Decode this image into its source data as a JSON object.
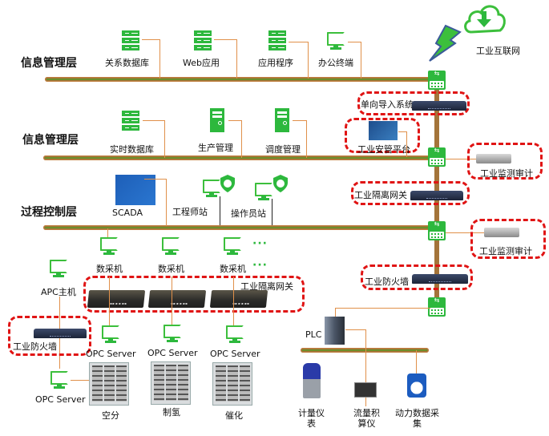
{
  "layers": [
    {
      "label": "信息管理层"
    },
    {
      "label": "信息管理层"
    },
    {
      "label": "过程控制层"
    }
  ],
  "info_layer_1": {
    "nodes": [
      {
        "label": "关系数据库",
        "icon": "server-rack-icon"
      },
      {
        "label": "Web应用",
        "icon": "server-rack-icon"
      },
      {
        "label": "应用程序",
        "icon": "server-rack-icon"
      },
      {
        "label": "办公终端",
        "icon": "monitor-icon"
      }
    ]
  },
  "internet": {
    "label": "工业互联网",
    "icon": "cloud-download-icon",
    "link_icon": "lightning-icon"
  },
  "info_layer_2": {
    "nodes": [
      {
        "label": "实时数据库",
        "icon": "server-rack-icon"
      },
      {
        "label": "生产管理",
        "icon": "server-tower-icon"
      },
      {
        "label": "调度管理",
        "icon": "server-tower-icon"
      }
    ]
  },
  "process_layer": {
    "nodes": [
      {
        "label": "SCADA",
        "icon": "scada-screen-icon"
      },
      {
        "label": "工程师站",
        "icon": "secure-workstation-icon"
      },
      {
        "label": "操作员站",
        "icon": "secure-workstation-icon"
      }
    ]
  },
  "security": {
    "one_way_import": "单向导入系统",
    "security_platform": "工业安管平台",
    "audit_1": "工业监测审计",
    "isolation_gateway_1": "工业隔离网关",
    "audit_2": "工业监测审计",
    "firewall_1": "工业防火墙",
    "isolation_gateway_2": "工业隔离网关",
    "firewall_2": "工业防火墙"
  },
  "field": {
    "collectors": [
      "数采机",
      "数采机",
      "数采机"
    ],
    "ellipsis": "···",
    "apc": "APC主机",
    "opc_servers": [
      "OPC Server",
      "OPC Server",
      "OPC Server"
    ],
    "opc_server_left": "OPC Server",
    "units": [
      "空分",
      "制氢",
      "催化"
    ],
    "plc": "PLC",
    "instruments": [
      "计量仪\n表",
      "流量积\n算仪",
      "动力数据采\n集"
    ],
    "instrument_lines": [
      [
        "计量仪",
        "表"
      ],
      [
        "流量积",
        "算仪"
      ],
      [
        "动力数据采",
        "集"
      ]
    ]
  },
  "colors": {
    "bus": "#a4743a",
    "bus_core": "#6d8f2a",
    "wire": "#e0904a",
    "icon_green": "#2db83d",
    "security_dash": "#e01414"
  }
}
